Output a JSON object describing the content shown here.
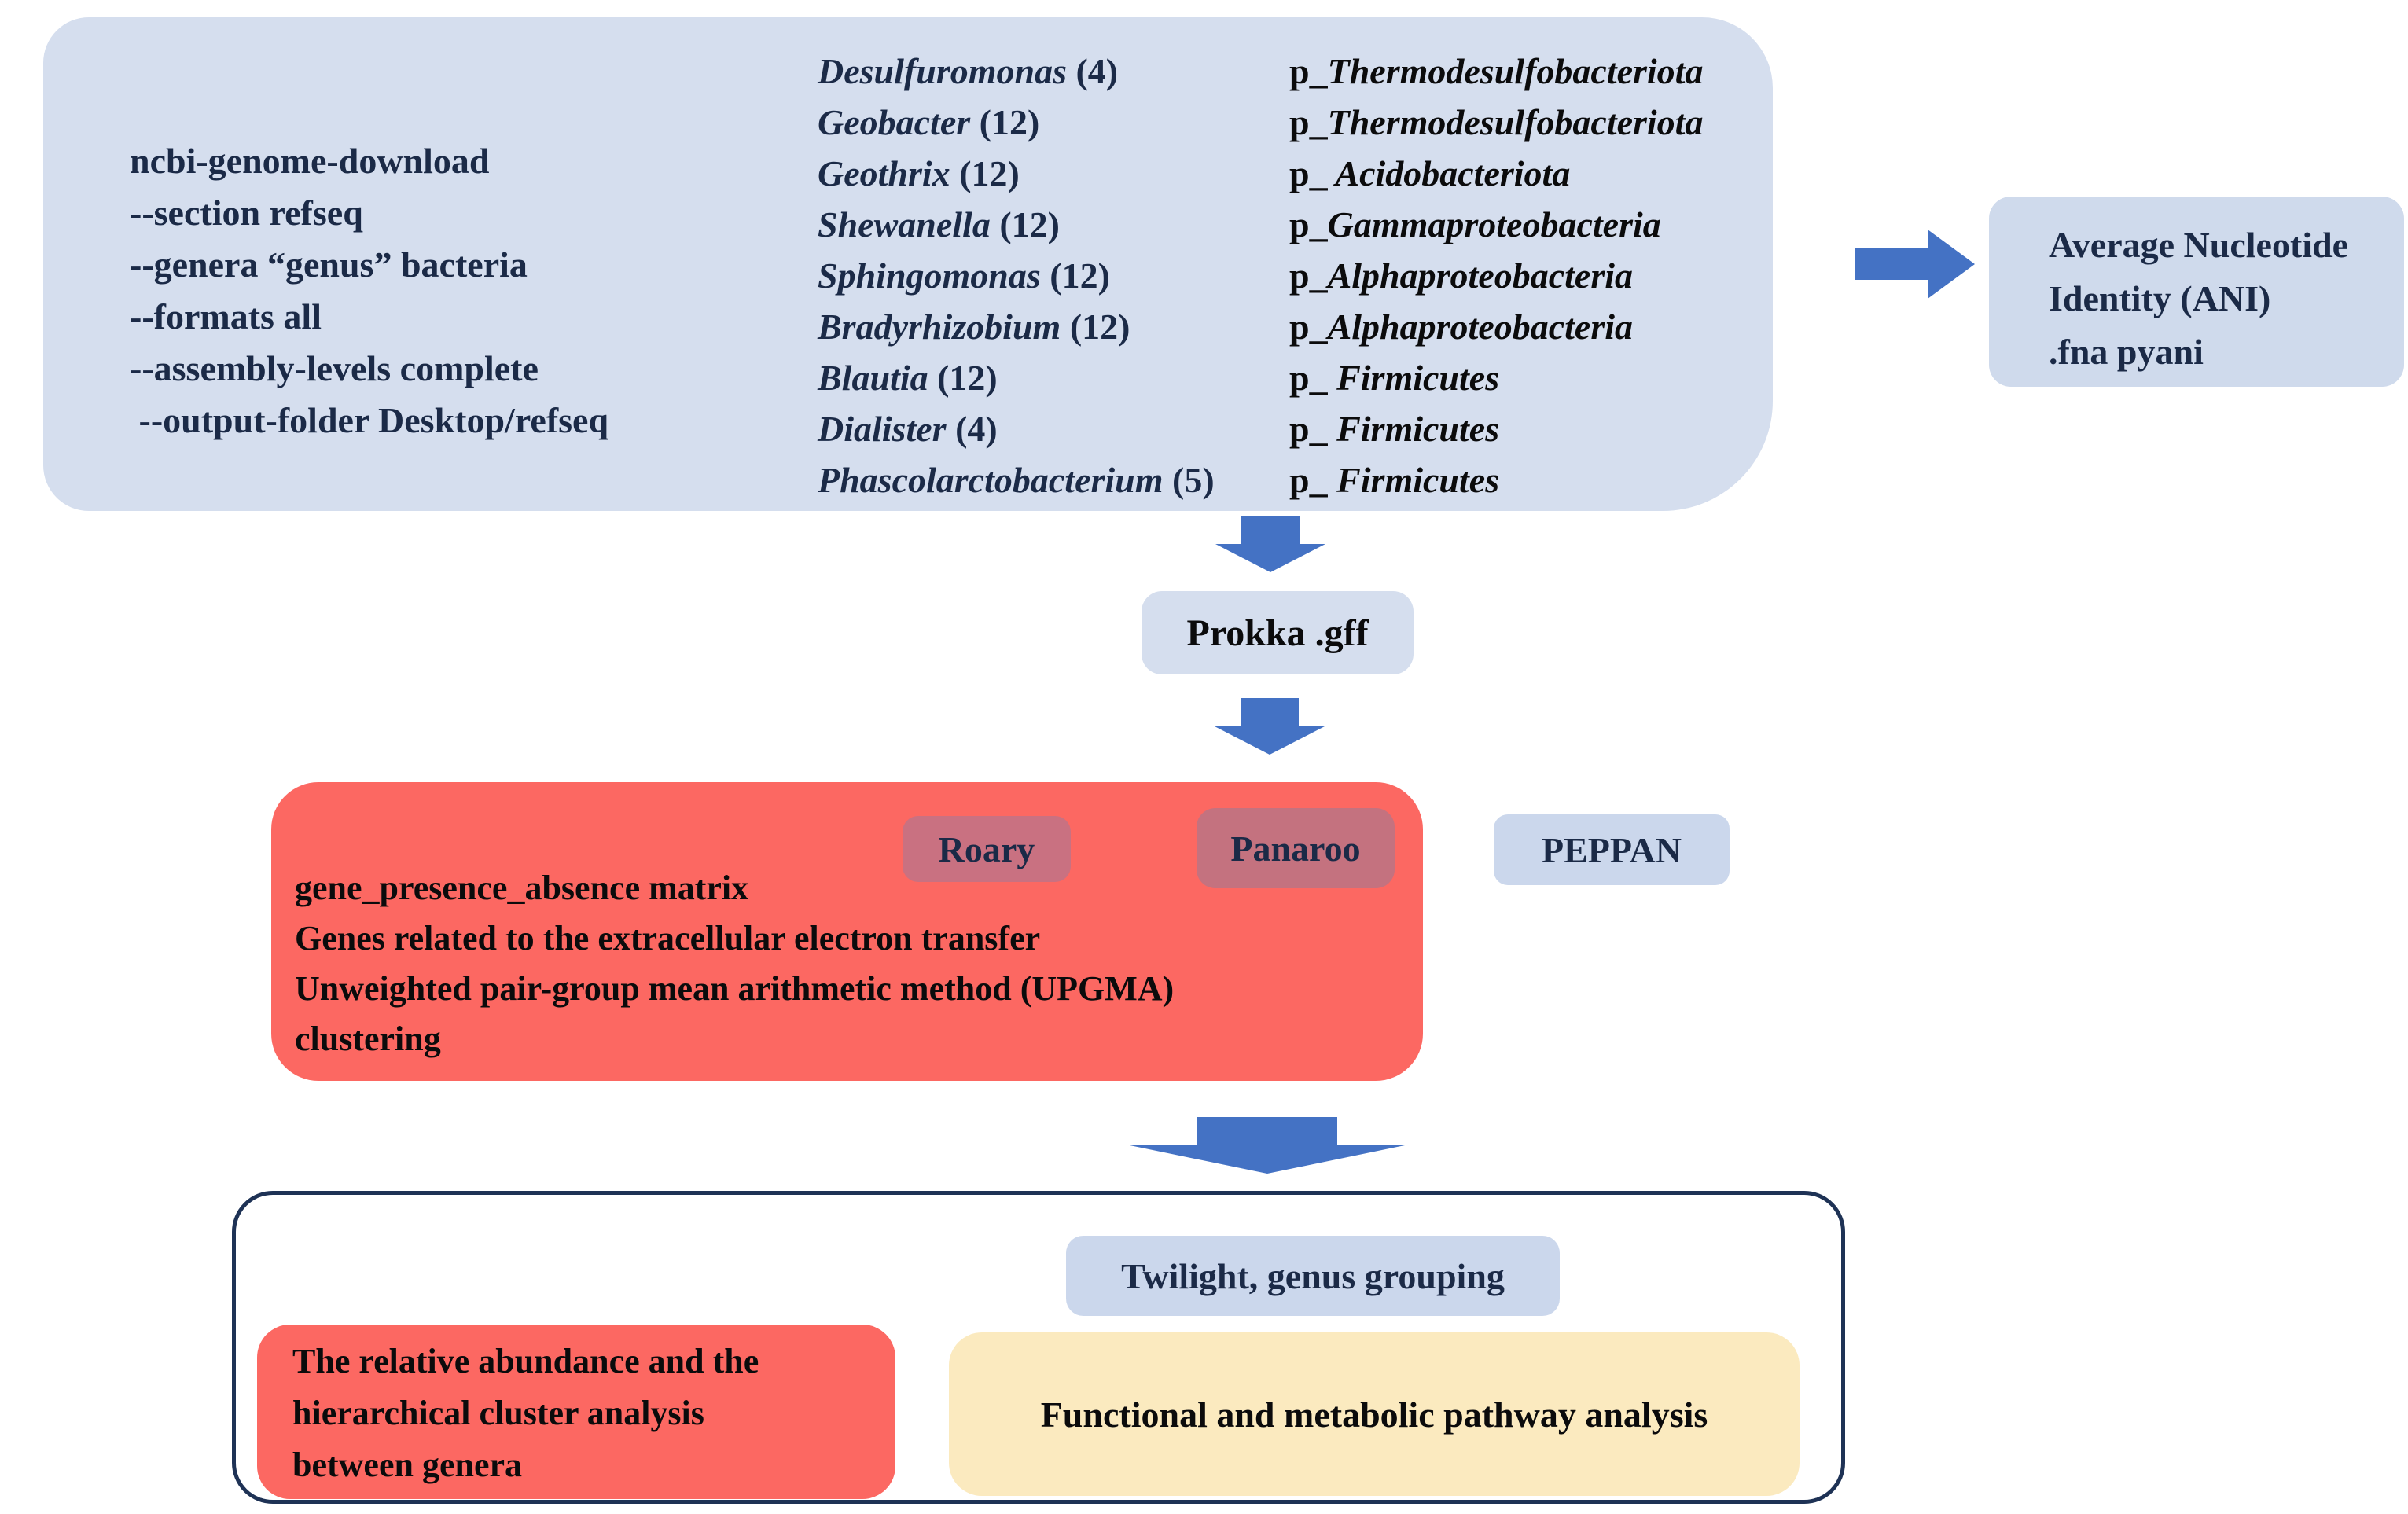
{
  "top_box": {
    "command_lines": [
      "ncbi-genome-download",
      "--section refseq",
      "--genera “genus” bacteria",
      "--formats all",
      "--assembly-levels complete",
      " --output-folder Desktop/refseq"
    ],
    "genera": [
      {
        "genus": "Desulfuromonas",
        "count": " (4)",
        "phylum_prefix": "p_",
        "phylum": "Thermodesulfobacteriota"
      },
      {
        "genus": "Geobacter",
        "count": " (12)",
        "phylum_prefix": "p_",
        "phylum": "Thermodesulfobacteriota"
      },
      {
        "genus": "Geothrix",
        "count": " (12)",
        "phylum_prefix": "p_",
        "phylum": " Acidobacteriota"
      },
      {
        "genus": "Shewanella",
        "count": " (12)",
        "phylum_prefix": "p_",
        "phylum": "Gammaproteobacteria"
      },
      {
        "genus": "Sphingomonas",
        "count": " (12)",
        "phylum_prefix": "p_",
        "phylum": "Alphaproteobacteria"
      },
      {
        "genus": "Bradyrhizobium",
        "count": " (12)",
        "phylum_prefix": "p_",
        "phylum": "Alphaproteobacteria"
      },
      {
        "genus": "Blautia",
        "count": " (12)",
        "phylum_prefix": "p_",
        "phylum": " Firmicutes"
      },
      {
        "genus": "Dialister",
        "count": " (4)",
        "phylum_prefix": "p_",
        "phylum": " Firmicutes"
      },
      {
        "genus": "Phascolarctobacterium",
        "count": " (5)",
        "phylum_prefix": "p_",
        "phylum": " Firmicutes"
      }
    ]
  },
  "ani_box": {
    "line1": "Average Nucleotide",
    "line2": "Identity (ANI)",
    "line3": ".fna pyani"
  },
  "prokka_box": {
    "label": "Prokka .gff"
  },
  "pangenome_box": {
    "tool_roary": "Roary",
    "tool_panaroo": "Panaroo",
    "tool_peppan": "PEPPAN",
    "line1": "gene_presence_absence matrix",
    "line2": "Genes related to the extracellular electron transfer",
    "line3": "Unweighted pair-group mean arithmetic method (UPGMA)",
    "line4": "clustering"
  },
  "bottom_box": {
    "twilight_label": "Twilight, genus grouping",
    "abundance_line1": "The relative abundance and the",
    "abundance_line2": "hierarchical cluster analysis",
    "abundance_line3": "between genera",
    "functional_label": "Functional and metabolic pathway analysis"
  },
  "colors": {
    "arrow_blue": "#4472C4",
    "panel_light_blue": "#D5DEEE",
    "chip_light_blue": "#CBD7EC",
    "ani_box_blue": "#CFDAEC",
    "panel_red": "#FC6862",
    "tool_chip_rose": "#C97181",
    "panel_yellow": "#FBEABF",
    "outline_navy": "#1E3255",
    "text_navy": "#1B2A47",
    "text_black": "#0B0B0C"
  }
}
